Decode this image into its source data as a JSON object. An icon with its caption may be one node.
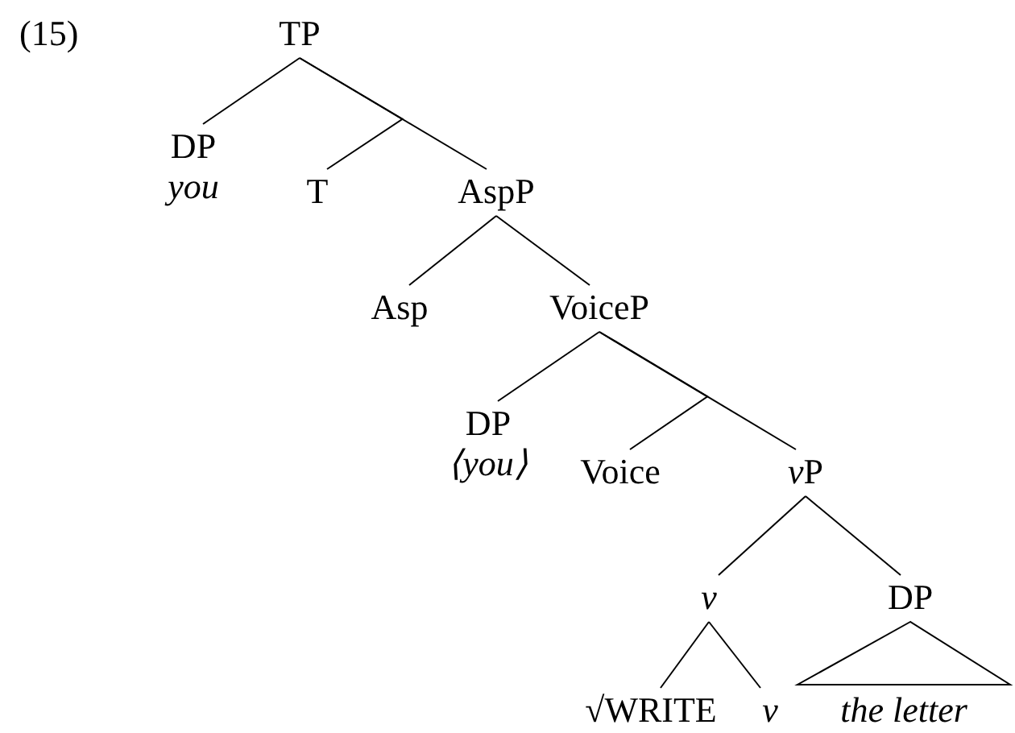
{
  "diagram": {
    "nodes": [
      {
        "text": [
          "TP"
        ]
      },
      {
        "text": [
          "DP",
          "you"
        ]
      },
      {
        "text": [
          "T"
        ]
      },
      {
        "text": [
          "AspP"
        ]
      },
      {
        "text": [
          "Asp"
        ]
      },
      {
        "text": [
          "VoiceP"
        ]
      },
      {
        "text": [
          "DP",
          "⟨*you*⟩"
        ]
      },
      {
        "text": [
          "Voice"
        ]
      },
      {
        "text": [
          "vP"
        ]
      },
      {
        "text": [
          "v"
        ]
      },
      {
        "text": [
          "DP"
        ]
      },
      {
        "text": [
          "√WRITE"
        ]
      },
      {
        "text": [
          "v"
        ]
      },
      {
        "text": [
          "the letter"
        ]
      }
    ],
    "edges": [
      {
        "from": 0,
        "to": 1,
        "arrow": "none"
      },
      {
        "from": 0,
        "to": 2,
        "arrow": "none"
      },
      {
        "from": 0,
        "to": 3,
        "arrow": "none"
      },
      {
        "from": 3,
        "to": 4,
        "arrow": "none"
      },
      {
        "from": 3,
        "to": 5,
        "arrow": "none"
      },
      {
        "from": 5,
        "to": 6,
        "arrow": "none"
      },
      {
        "from": 5,
        "to": 7,
        "arrow": "none"
      },
      {
        "from": 5,
        "to": 8,
        "arrow": "none"
      },
      {
        "from": 8,
        "to": 9,
        "arrow": "none"
      },
      {
        "from": 8,
        "to": 10,
        "arrow": "none"
      },
      {
        "from": 9,
        "to": 11,
        "arrow": "none"
      },
      {
        "from": 9,
        "to": 12,
        "arrow": "none"
      },
      {
        "from": 10,
        "to": 13,
        "arrow": "none"
      }
    ],
    "labels": [
      "(15)"
    ]
  }
}
